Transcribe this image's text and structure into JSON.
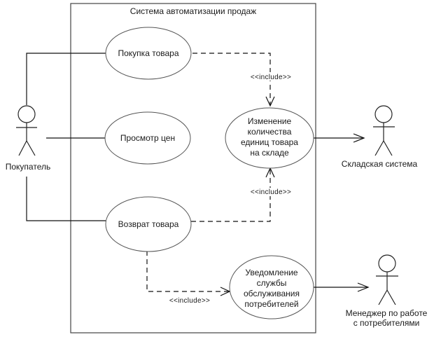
{
  "diagram": {
    "type": "uml-use-case",
    "system": {
      "title": "Система автоматизации продаж"
    },
    "actors": [
      {
        "id": "buyer",
        "label_lines": [
          "Покупатель"
        ]
      },
      {
        "id": "warehouse",
        "label_lines": [
          "Складская система"
        ]
      },
      {
        "id": "manager",
        "label_lines": [
          "Менеджер по работе",
          "с потребителями"
        ]
      }
    ],
    "use_cases": [
      {
        "id": "buy",
        "label_lines": [
          "Покупка товара"
        ]
      },
      {
        "id": "prices",
        "label_lines": [
          "Просмотр цен"
        ]
      },
      {
        "id": "return",
        "label_lines": [
          "Возврат товара"
        ]
      },
      {
        "id": "stock",
        "label_lines": [
          "Изменение",
          "количества",
          "единиц товара",
          "на складе"
        ]
      },
      {
        "id": "notify",
        "label_lines": [
          "Уведомление",
          "службы",
          "обслуживания",
          "потребителей"
        ]
      }
    ],
    "relations": [
      {
        "from": "buyer",
        "to": "buy",
        "kind": "association"
      },
      {
        "from": "buyer",
        "to": "prices",
        "kind": "association"
      },
      {
        "from": "buyer",
        "to": "return",
        "kind": "association"
      },
      {
        "from": "stock",
        "to": "warehouse",
        "kind": "directed-association"
      },
      {
        "from": "notify",
        "to": "manager",
        "kind": "directed-association"
      },
      {
        "from": "buy",
        "to": "stock",
        "kind": "include",
        "label": "<<include>>"
      },
      {
        "from": "return",
        "to": "stock",
        "kind": "include",
        "label": "<<include>>"
      },
      {
        "from": "return",
        "to": "notify",
        "kind": "include",
        "label": "<<include>>"
      }
    ]
  }
}
